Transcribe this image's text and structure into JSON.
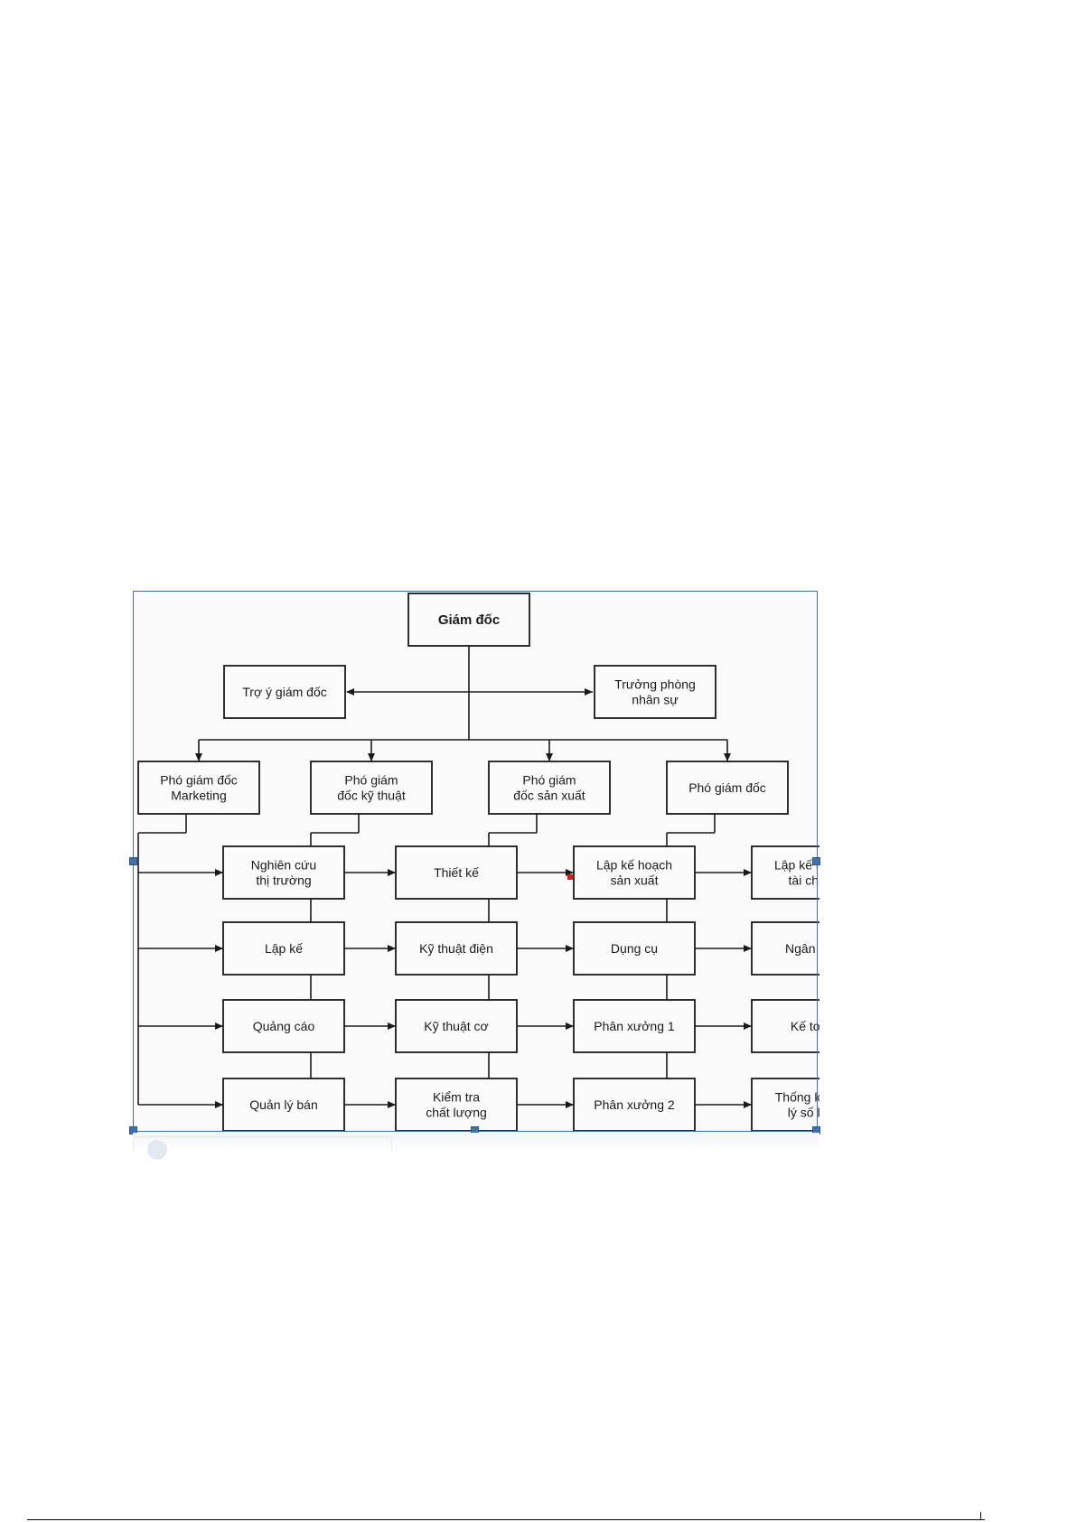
{
  "org_chart": {
    "director": "Giám đốc",
    "assistant": "Trợ ý giám đốc",
    "hr_head": "Trưởng phòng nhân sự",
    "departments": [
      {
        "head": "Phó giám đốc Marketing",
        "units": [
          "Nghiên cứu thị trường",
          "Lập kế",
          "Quảng cáo",
          "Quản lý bán"
        ]
      },
      {
        "head": "Phó giám đốc kỹ thuật",
        "units": [
          "Thiết kế",
          "Kỹ thuật điện",
          "Kỹ thuật cơ",
          "Kiểm tra chất lượng"
        ]
      },
      {
        "head": "Phó giám đốc sản xuất",
        "units": [
          "Lập kế hoạch sản xuất",
          "Dụng cụ",
          "Phân xưởng 1",
          "Phân xưởng 2"
        ]
      },
      {
        "head": "Phó giám đốc",
        "units": [
          "Lập kế hoạch tài chính",
          "Ngân quỹ",
          "Kế toán",
          "Thống kê, xử lý số liệu"
        ]
      }
    ]
  },
  "colors": {
    "box_border": "#1a1a1a",
    "selection": "#3f6fae",
    "marker": "#cc2222"
  }
}
